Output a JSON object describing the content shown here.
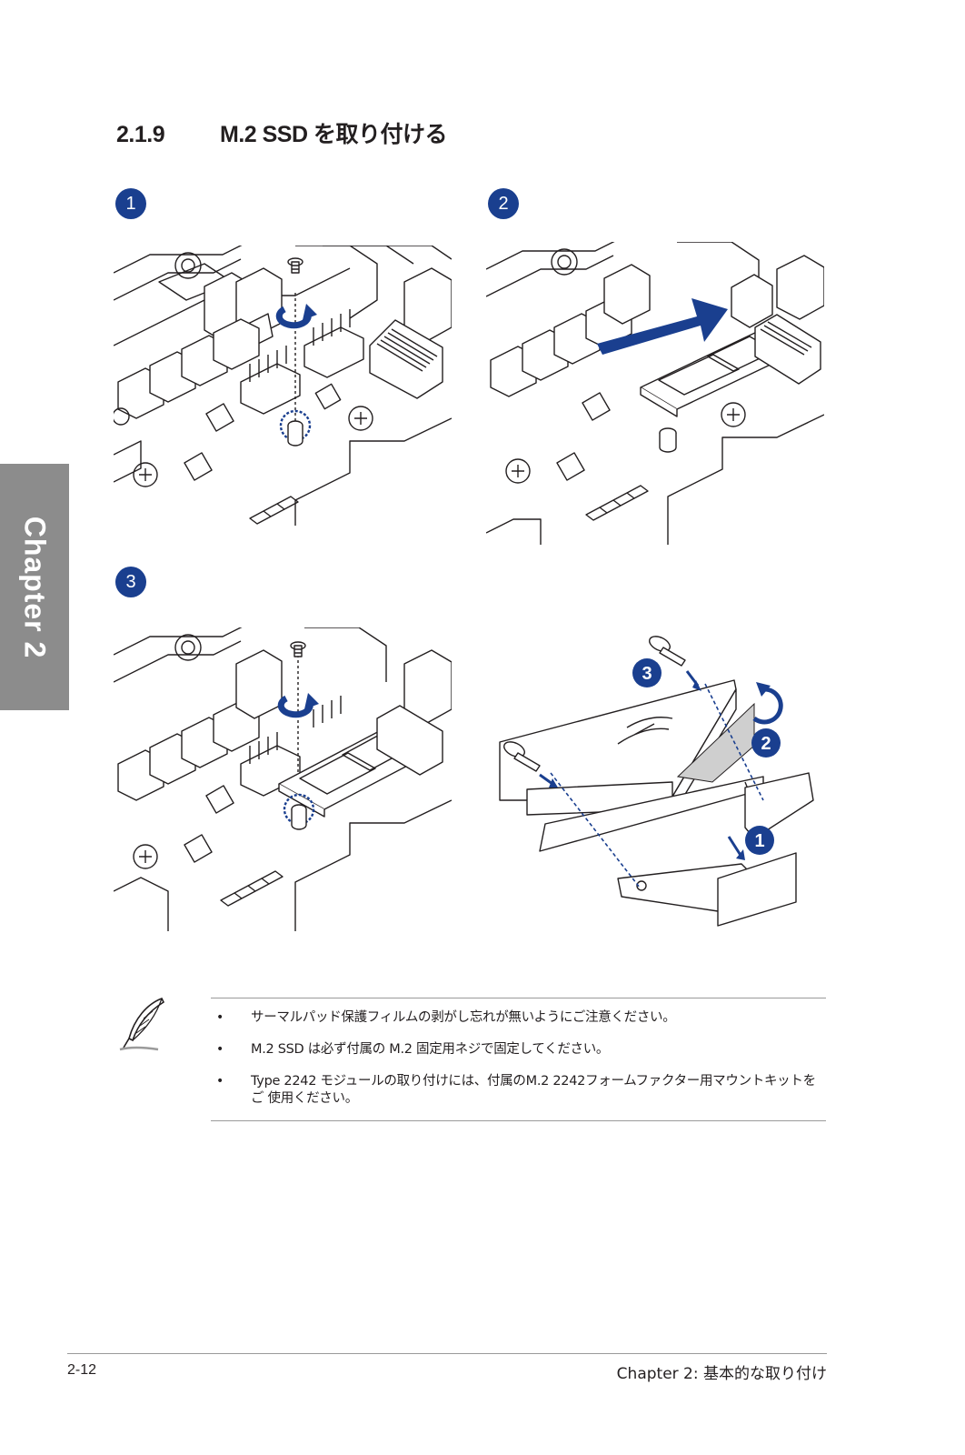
{
  "section": {
    "number": "2.1.9",
    "title": "M.2 SSD を取り付ける"
  },
  "steps": [
    "1",
    "2",
    "3"
  ],
  "callouts": [
    "3",
    "2",
    "1"
  ],
  "chapter_tab": "Chapter 2",
  "notes": [
    "サーマルパッド保護フィルムの剥がし忘れが無いようにご注意ください。",
    "M.2 SSD は必ず付属の M.2 固定用ネジで固定してください。",
    "Type 2242 モジュールの取り付けには、付属のM.2 2242フォームファクター用マウントキットをご 使用ください。"
  ],
  "footer": {
    "page": "2-12",
    "chapter": "Chapter 2: 基本的な取り付け"
  },
  "colors": {
    "accent": "#1a3f8f",
    "tab": "#8c8c8c",
    "rule": "#9a9a9a"
  },
  "icons": [
    "feather-note-icon"
  ]
}
